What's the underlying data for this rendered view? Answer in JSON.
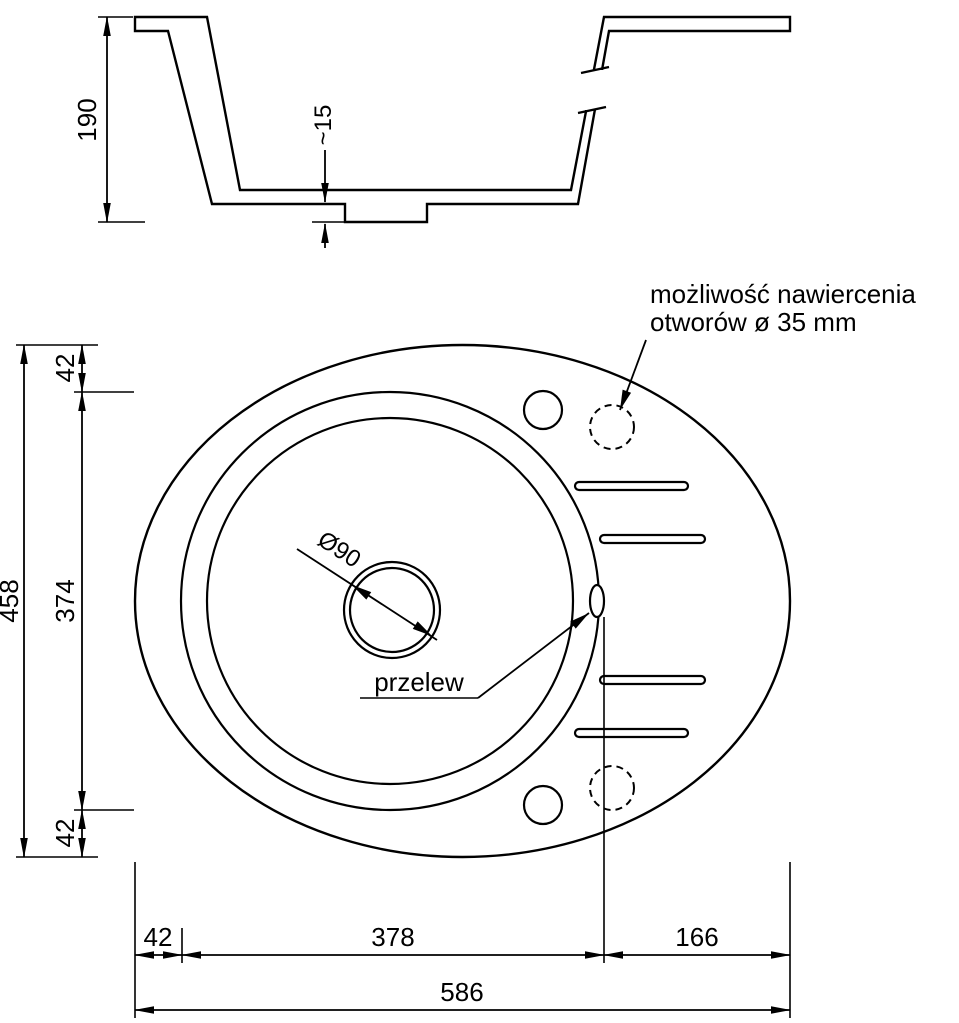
{
  "meta": {
    "description": "Technical dimension drawing of an oval one-bowl kitchen sink with drainer (dimensions in mm)"
  },
  "section": {
    "height": "190",
    "drain_depth": "~15"
  },
  "plan": {
    "note1": "możliwość nawiercenia",
    "note2": "otworów ø 35 mm",
    "overflow": "przelew",
    "drain_diameter": "Ø90"
  },
  "dims": {
    "v_overall": "458",
    "v_top": "42",
    "v_bowl": "374",
    "v_bottom": "42",
    "h_left": "42",
    "h_bowl": "378",
    "h_drainer": "166",
    "h_overall": "586"
  }
}
